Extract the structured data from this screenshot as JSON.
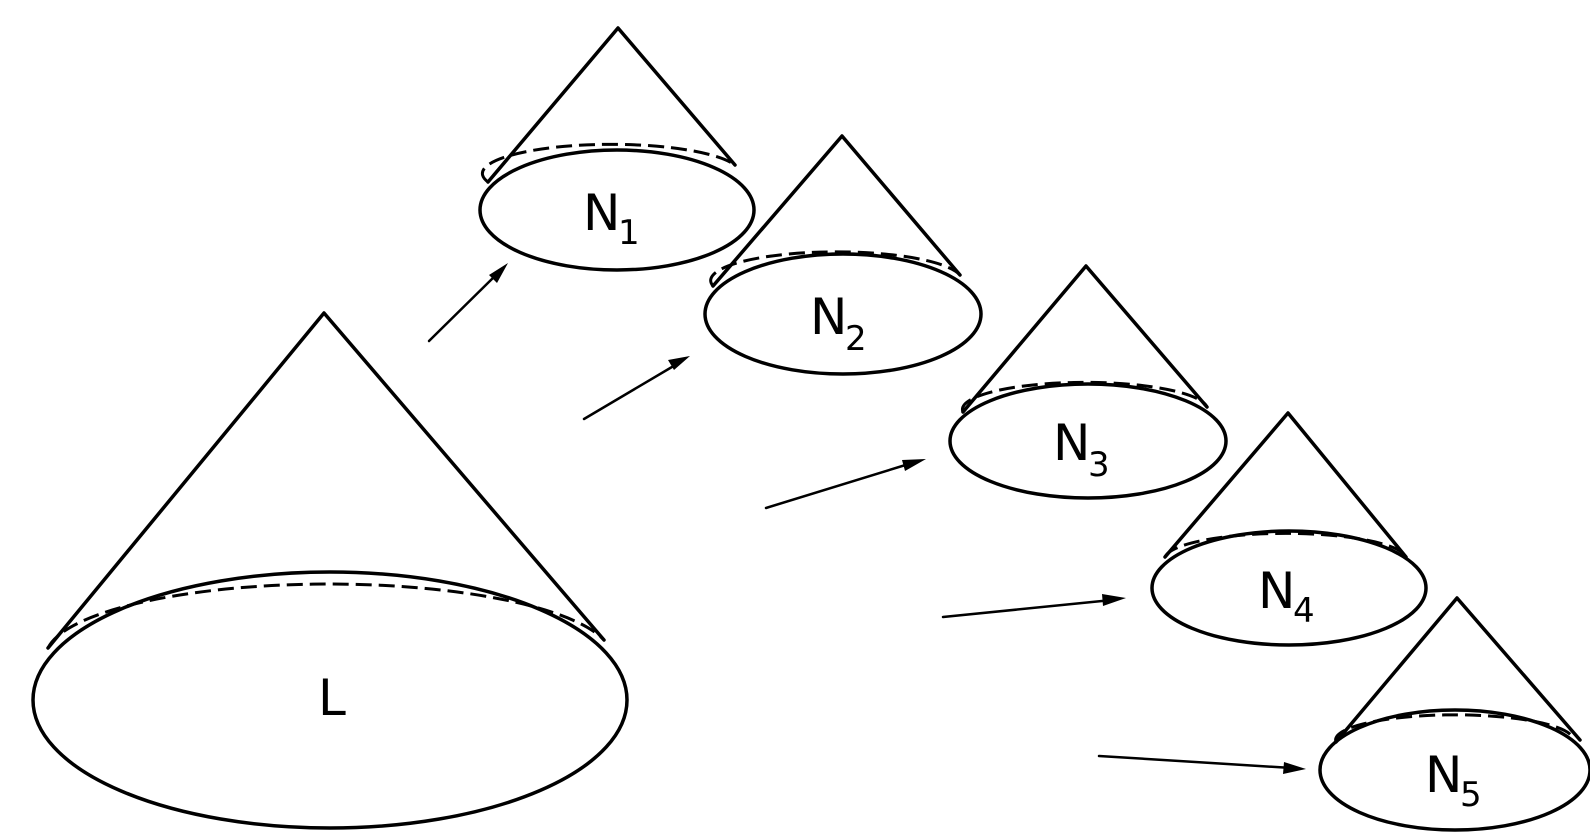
{
  "cones": [
    {
      "name": "L",
      "label": "L",
      "subscript": ""
    },
    {
      "name": "n1",
      "label": "N",
      "subscript": "1"
    },
    {
      "name": "n2",
      "label": "N",
      "subscript": "2"
    },
    {
      "name": "n3",
      "label": "N",
      "subscript": "3"
    },
    {
      "name": "n4",
      "label": "N",
      "subscript": "4"
    },
    {
      "name": "n5",
      "label": "N",
      "subscript": "5"
    }
  ],
  "colors": {
    "line": "#000000",
    "background": "#ffffff"
  }
}
